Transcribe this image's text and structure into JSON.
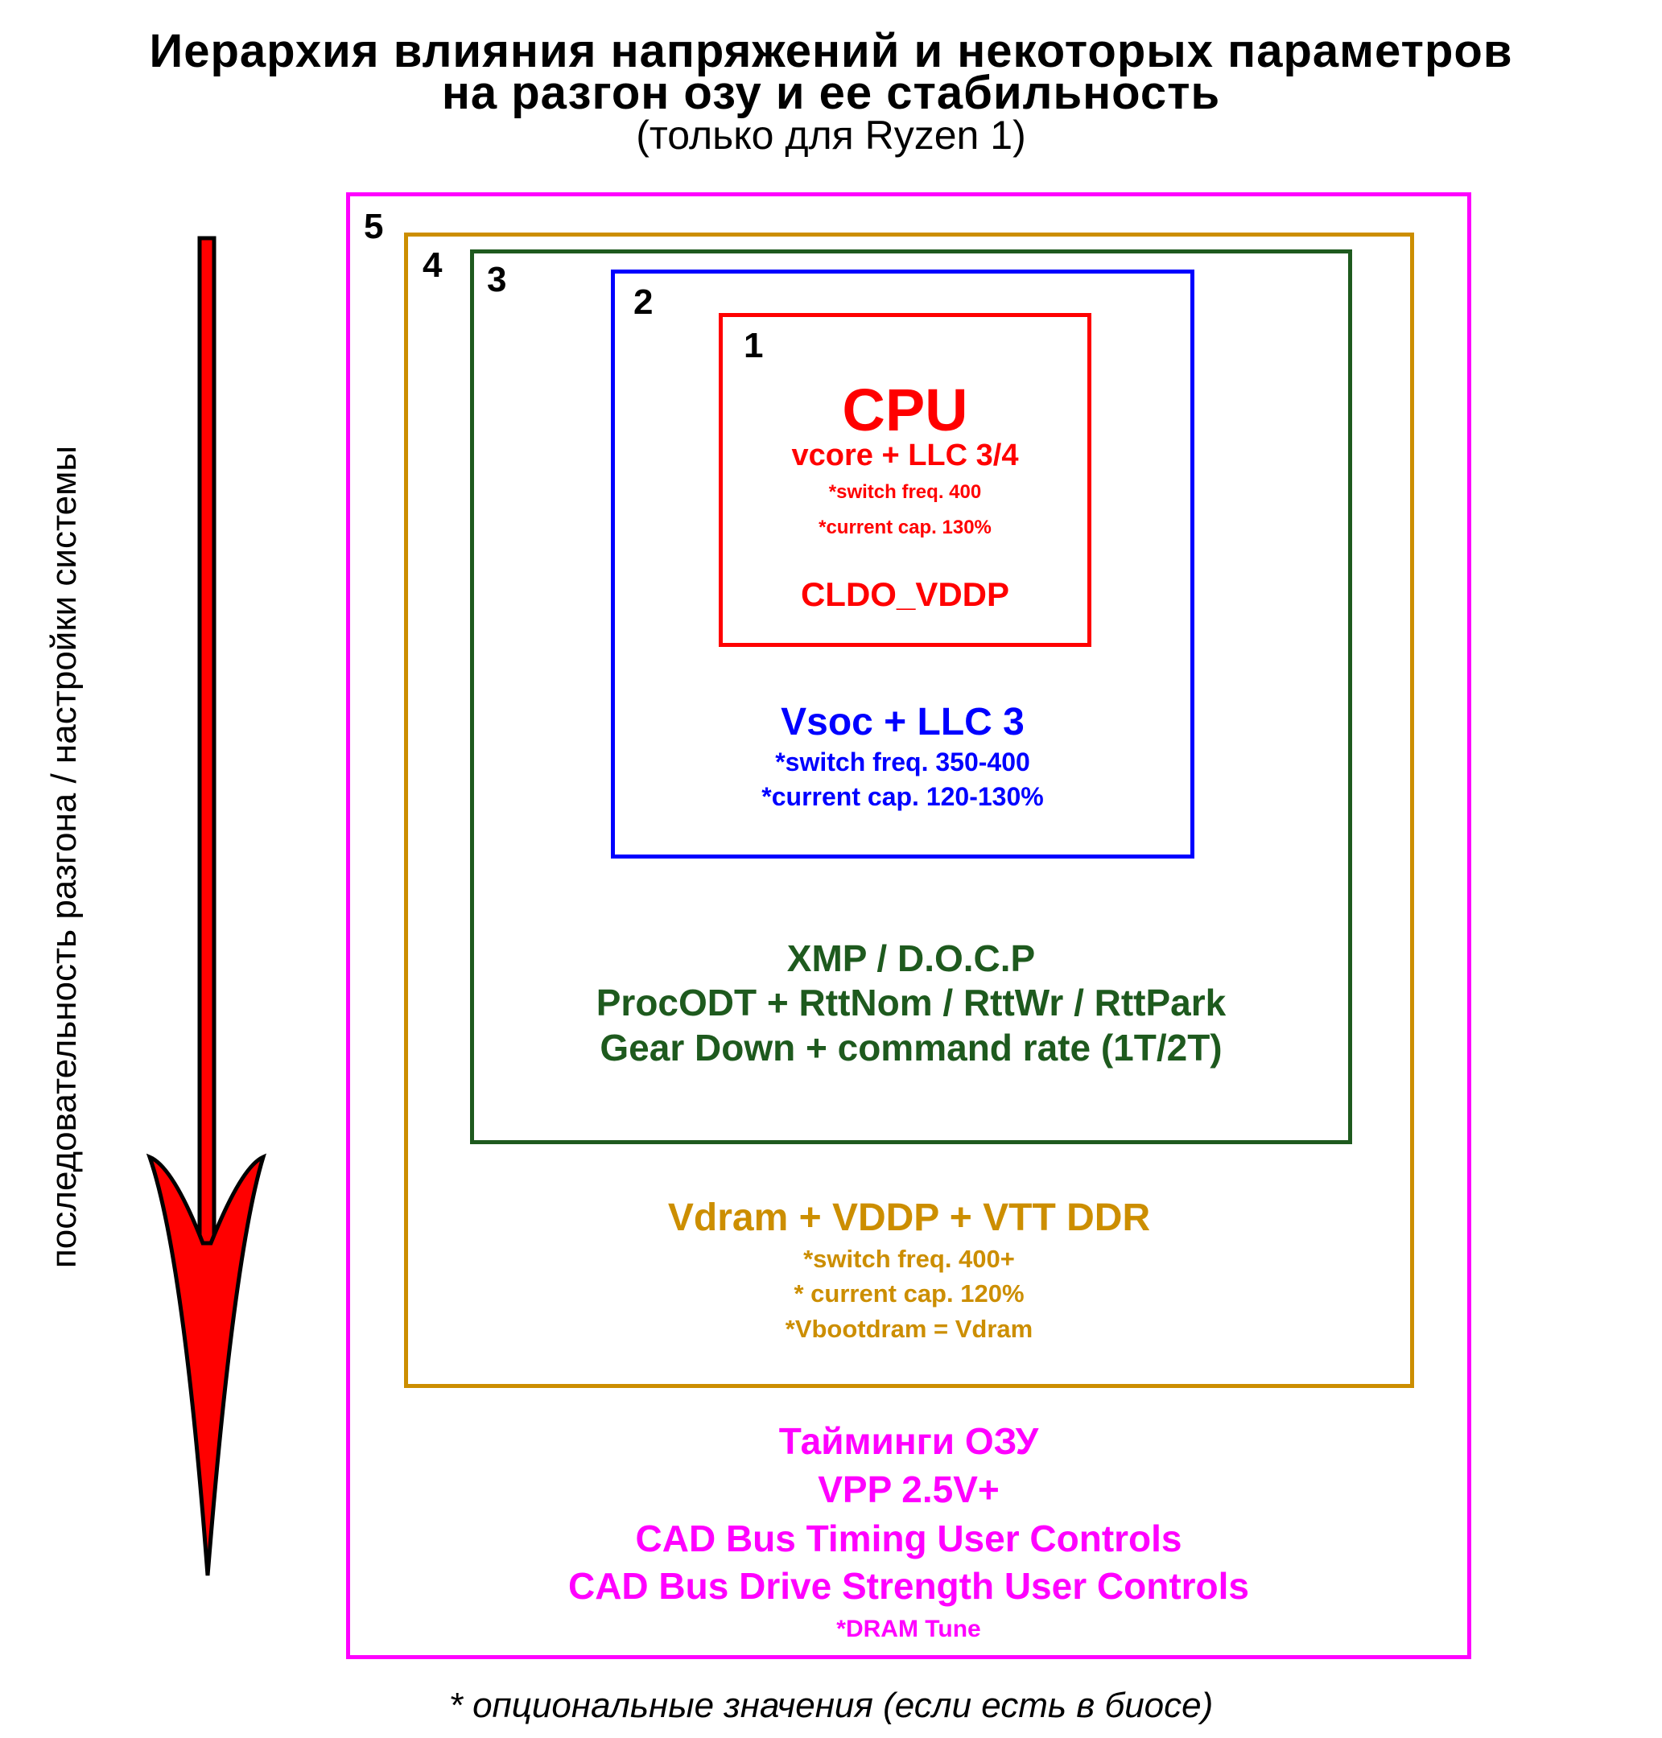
{
  "title": {
    "line1": "Иерархия влияния напряжений и некоторых параметров",
    "line2": "на разгон озу и ее стабильность",
    "subtitle": "(только для Ryzen 1)"
  },
  "side_label": "последовательность разгона / настройки системы",
  "arrow": {
    "direction": "down",
    "icon": "down-arrow-icon",
    "fill": "#ff0000",
    "stroke": "#000000"
  },
  "levels": [
    {
      "number": "1",
      "color": "#ff0000",
      "lines": [
        "CPU",
        "vcore + LLC 3/4",
        "*switch freq. 400",
        "*current cap. 130%",
        "CLDO_VDDP"
      ]
    },
    {
      "number": "2",
      "color": "#0000ff",
      "lines": [
        "Vsoc + LLC 3",
        "*switch freq. 350-400",
        "*current cap. 120-130%"
      ]
    },
    {
      "number": "3",
      "color": "#1e5a1e",
      "lines": [
        "XMP / D.O.C.P",
        "ProcODT + RttNom / RttWr / RttPark",
        "Gear Down + command rate (1T/2T)"
      ]
    },
    {
      "number": "4",
      "color": "#cc8e00",
      "lines": [
        "Vdram + VDDP + VTT DDR",
        "*switch freq. 400+",
        "* current cap. 120%",
        "*Vbootdram = Vdram"
      ]
    },
    {
      "number": "5",
      "color": "#ff00ff",
      "lines": [
        "Тайминги ОЗУ",
        "VPP 2.5V+",
        "CAD Bus Timing User Controls",
        "CAD Bus Drive Strength User Controls",
        "*DRAM Tune"
      ]
    }
  ],
  "footnote": "* опциональные значения (если есть в биосе)"
}
